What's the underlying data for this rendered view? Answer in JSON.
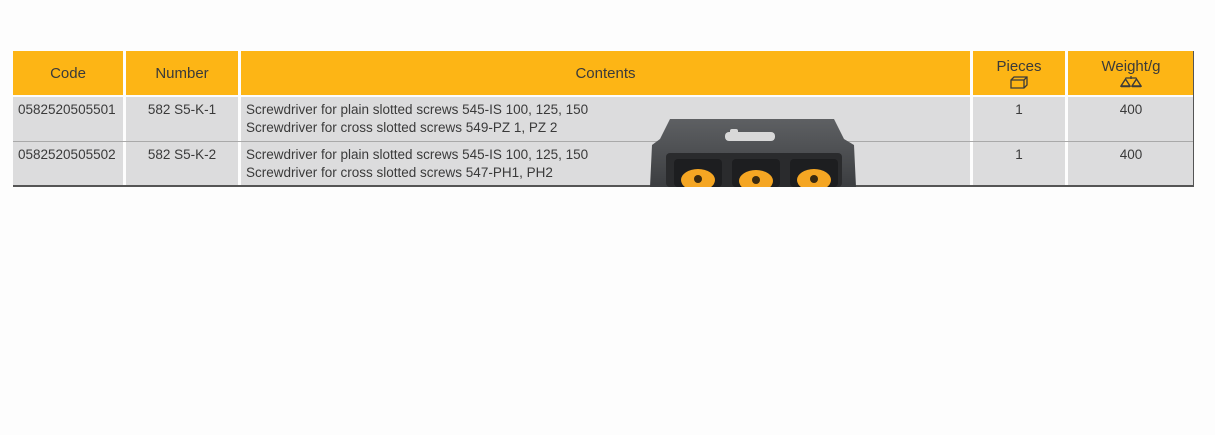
{
  "table": {
    "headers": [
      {
        "label": "Code"
      },
      {
        "label": "Number"
      },
      {
        "label": "Contents"
      },
      {
        "label": "Pieces",
        "icon": "box-icon"
      },
      {
        "label": "Weight/g",
        "icon": "scale-icon"
      }
    ],
    "rows": [
      {
        "code": "0582520505501",
        "number": "582 S5-K-1",
        "contents_line1": "Screwdriver for plain slotted screws 545-IS 100, 125, 150",
        "contents_line2": "Screwdriver for cross slotted screws 549-PZ 1, PZ 2",
        "pieces": "1",
        "weight": "400"
      },
      {
        "code": "0582520505502",
        "number": "582 S5-K-2",
        "contents_line1": "Screwdriver for plain slotted screws 545-IS 100, 125, 150",
        "contents_line2": "Screwdriver for cross slotted screws 547-PH1, PH2",
        "pieces": "1",
        "weight": "400"
      }
    ]
  },
  "colors": {
    "header_bg": "#fdb515",
    "row_bg": "#dcdcdd",
    "text": "#3a3a3a"
  },
  "product_image": {
    "icon": "screwdriver-case-image"
  }
}
